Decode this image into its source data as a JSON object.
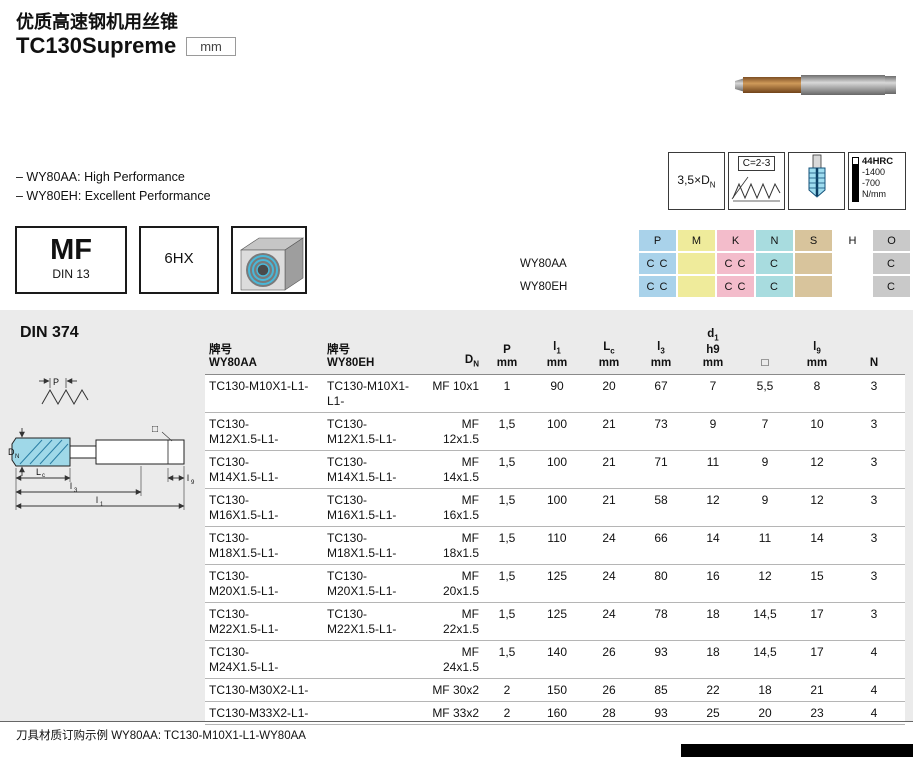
{
  "page": {
    "title": "优质高速钢机用丝锥",
    "product_name": "TC130Supreme",
    "unit_badge": "mm",
    "footer_note": "刀具材质订购示例 WY80AA: TC130-M10X1-L1-WY80AA"
  },
  "features": [
    "– WY80AA: High Performance",
    "– WY80EH: Excellent Performance"
  ],
  "spec_icons": {
    "thread_form": "MF",
    "thread_standard": "DIN 13",
    "tolerance": "6HX",
    "thread_depth": "3,5×D~N~",
    "chamfer": "C=2-3",
    "hardness": {
      "line1": "44HRC",
      "line2": "-1400",
      "line3": "-700",
      "line4": "N/mm"
    }
  },
  "material_table": {
    "columns": [
      {
        "label": "P",
        "color": "#a9d2ea"
      },
      {
        "label": "M",
        "color": "#efeb9b"
      },
      {
        "label": "K",
        "color": "#f3bccb"
      },
      {
        "label": "N",
        "color": "#a8dcdf"
      },
      {
        "label": "S",
        "color": "#d8c49c"
      },
      {
        "label": "H",
        "color": "#ffffff"
      },
      {
        "label": "O",
        "color": "#c9c9c9"
      }
    ],
    "rows": [
      {
        "grade": "WY80AA",
        "cells": [
          "C C",
          "",
          "C C",
          "C",
          "",
          "",
          "C"
        ]
      },
      {
        "grade": "WY80EH",
        "cells": [
          "C C",
          "",
          "C C",
          "C",
          "",
          "",
          "C"
        ]
      }
    ]
  },
  "main_table": {
    "standard": "DIN 374",
    "headers": [
      "牌号\nWY80AA",
      "牌号\nWY80EH",
      "D~N~",
      "P\nmm",
      "l~1~\nmm",
      "L~c~\nmm",
      "l~3~\nmm",
      "d~1~\nh9\nmm",
      "□",
      "l~9~\nmm",
      "N"
    ],
    "rows": [
      [
        "TC130-M10X1-L1-",
        "TC130-M10X1-L1-",
        "MF 10x1",
        "1",
        "90",
        "20",
        "67",
        "7",
        "5,5",
        "8",
        "3"
      ],
      [
        "TC130-\nM12X1.5-L1-",
        "TC130-\nM12X1.5-L1-",
        "MF\n12x1.5",
        "1,5",
        "100",
        "21",
        "73",
        "9",
        "7",
        "10",
        "3"
      ],
      [
        "TC130-\nM14X1.5-L1-",
        "TC130-\nM14X1.5-L1-",
        "MF\n14x1.5",
        "1,5",
        "100",
        "21",
        "71",
        "11",
        "9",
        "12",
        "3"
      ],
      [
        "TC130-\nM16X1.5-L1-",
        "TC130-\nM16X1.5-L1-",
        "MF\n16x1.5",
        "1,5",
        "100",
        "21",
        "58",
        "12",
        "9",
        "12",
        "3"
      ],
      [
        "TC130-\nM18X1.5-L1-",
        "TC130-\nM18X1.5-L1-",
        "MF\n18x1.5",
        "1,5",
        "110",
        "24",
        "66",
        "14",
        "11",
        "14",
        "3"
      ],
      [
        "TC130-\nM20X1.5-L1-",
        "TC130-\nM20X1.5-L1-",
        "MF\n20x1.5",
        "1,5",
        "125",
        "24",
        "80",
        "16",
        "12",
        "15",
        "3"
      ],
      [
        "TC130-\nM22X1.5-L1-",
        "TC130-\nM22X1.5-L1-",
        "MF\n22x1.5",
        "1,5",
        "125",
        "24",
        "78",
        "18",
        "14,5",
        "17",
        "3"
      ],
      [
        "TC130-\nM24X1.5-L1-",
        "",
        "MF\n24x1.5",
        "1,5",
        "140",
        "26",
        "93",
        "18",
        "14,5",
        "17",
        "4"
      ],
      [
        "TC130-M30X2-L1-",
        "",
        "MF 30x2",
        "2",
        "150",
        "26",
        "85",
        "22",
        "18",
        "21",
        "4"
      ],
      [
        "TC130-M33X2-L1-",
        "",
        "MF 33x2",
        "2",
        "160",
        "28",
        "93",
        "25",
        "20",
        "23",
        "4"
      ]
    ]
  },
  "diagram": {
    "labels": {
      "p": "P",
      "d_base": "D",
      "d_sub": "N",
      "lc_base": "L",
      "lc_sub": "c",
      "l3_base": "l",
      "l3_sub": "3",
      "l1_base": "l",
      "l1_sub": "1",
      "l9_base": "l",
      "l9_sub": "9",
      "square": "□"
    }
  }
}
